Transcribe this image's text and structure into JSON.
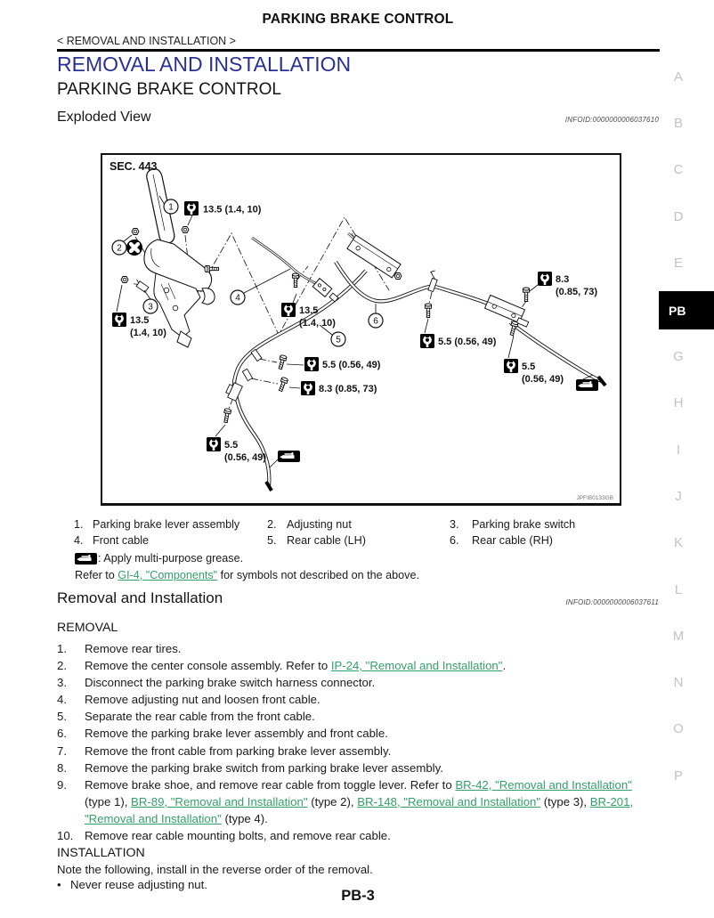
{
  "page": {
    "header_title": "PARKING BRAKE CONTROL",
    "breadcrumb": "< REMOVAL AND INSTALLATION >",
    "page_number": "PB-3"
  },
  "section": {
    "h1": "REMOVAL AND INSTALLATION",
    "h2": "PARKING BRAKE CONTROL"
  },
  "exploded_view": {
    "heading": "Exploded View",
    "infoid": "INFOID:0000000006037610",
    "sec_label": "SEC. 443",
    "figure_code": "JPFIB0133GB",
    "callouts": {
      "c1": "1",
      "c2": "2",
      "c3": "3",
      "c4": "4",
      "c5": "5",
      "c6": "6"
    },
    "torque": {
      "t1": "13.5 (1.4, 10)",
      "t2a": "13.5",
      "t2b": "(1.4, 10)",
      "t3a": "13.5",
      "t3b": "(1.4, 10)",
      "t4a": "8.3",
      "t4b": "(0.85, 73)",
      "t5": "5.5 (0.56, 49)",
      "t6": "5.5 (0.56, 49)",
      "t7": "8.3 (0.85, 73)",
      "t8a": "5.5",
      "t8b": "(0.56, 49)",
      "t9a": "5.5",
      "t9b": "(0.56, 49)"
    },
    "legend": [
      {
        "num": "1.",
        "label": "Parking brake lever assembly"
      },
      {
        "num": "2.",
        "label": "Adjusting nut"
      },
      {
        "num": "3.",
        "label": "Parking brake switch"
      },
      {
        "num": "4.",
        "label": "Front cable"
      },
      {
        "num": "5.",
        "label": "Rear cable (LH)"
      },
      {
        "num": "6.",
        "label": "Rear cable (RH)"
      }
    ],
    "grease_note": ": Apply multi-purpose grease.",
    "refer_note": {
      "prefix": "Refer to ",
      "link": "GI-4, \"Components\"",
      "suffix": " for symbols not described on the above."
    }
  },
  "removal_installation": {
    "heading": "Removal and Installation",
    "infoid": "INFOID:0000000006037611",
    "removal_heading": "REMOVAL",
    "steps": [
      {
        "num": "1.",
        "parts": [
          {
            "t": "Remove rear tires."
          }
        ]
      },
      {
        "num": "2.",
        "parts": [
          {
            "t": "Remove the center console assembly. Refer to "
          },
          {
            "l": "IP-24, \"Removal and Installation\""
          },
          {
            "t": "."
          }
        ]
      },
      {
        "num": "3.",
        "parts": [
          {
            "t": "Disconnect the parking brake switch harness connector."
          }
        ]
      },
      {
        "num": "4.",
        "parts": [
          {
            "t": "Remove adjusting nut and loosen front cable."
          }
        ]
      },
      {
        "num": "5.",
        "parts": [
          {
            "t": "Separate the rear cable from the front cable."
          }
        ]
      },
      {
        "num": "6.",
        "parts": [
          {
            "t": "Remove the parking brake lever assembly and front cable."
          }
        ]
      },
      {
        "num": "7.",
        "parts": [
          {
            "t": "Remove the front cable from parking brake lever assembly."
          }
        ]
      },
      {
        "num": "8.",
        "parts": [
          {
            "t": "Remove the parking brake switch from parking brake lever assembly."
          }
        ]
      },
      {
        "num": "9.",
        "parts": [
          {
            "t": "Remove brake shoe, and remove rear cable from toggle lever. Refer to "
          },
          {
            "l": "BR-42, \"Removal and Installation\""
          },
          {
            "t": " (type 1), "
          },
          {
            "l": "BR-89, \"Removal and Installation\""
          },
          {
            "t": " (type 2), "
          },
          {
            "l": "BR-148, \"Removal and Installation\""
          },
          {
            "t": " (type 3), "
          },
          {
            "l": "BR-201, \"Removal and Installation\""
          },
          {
            "t": " (type 4)."
          }
        ]
      },
      {
        "num": "10.",
        "parts": [
          {
            "t": "Remove rear cable mounting bolts, and remove rear cable."
          }
        ]
      }
    ],
    "installation_heading": "INSTALLATION",
    "installation_note": "Note the following, install in the reverse order of the removal.",
    "installation_bullet": "Never reuse adjusting nut."
  },
  "sidebar": {
    "letters_before": [
      "A",
      "B",
      "C",
      "D",
      "E"
    ],
    "active_tab": "PB",
    "letters_after": [
      "G",
      "H",
      "I",
      "J",
      "K",
      "L",
      "M",
      "N",
      "O",
      "P"
    ]
  },
  "colors": {
    "heading_navy": "#2b3193",
    "link_green": "#33a06a",
    "sidebar_letter_gray": "#c2c2c2",
    "active_tab_bg": "#000000"
  }
}
